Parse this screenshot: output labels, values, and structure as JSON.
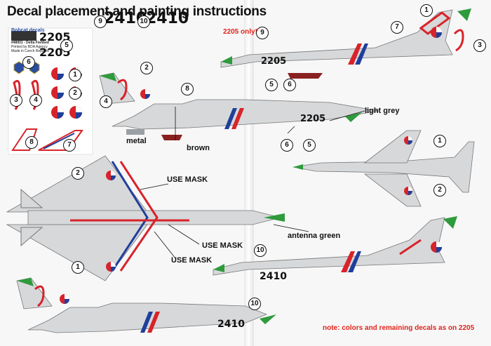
{
  "title": "Decal placement and painting instructions",
  "decal_sheet": {
    "brand": "Bobcat decals",
    "item": "#48001 - Delta Fishbed",
    "line1": "Printed by BDA Agency",
    "line2": "Made in Czech Republic",
    "serial_a": "2205",
    "serial_b": "2205"
  },
  "codes": {
    "c9_text": "2410",
    "c10_text": "2410"
  },
  "callouts": {
    "n1": "1",
    "n2": "2",
    "n3": "3",
    "n4": "4",
    "n5": "5",
    "n6": "6",
    "n7": "7",
    "n8": "8",
    "n9": "9",
    "n10": "10"
  },
  "labels": {
    "only_2205": "2205 only!",
    "light_grey": "light grey",
    "metal": "metal",
    "brown": "brown",
    "use_mask": "USE MASK",
    "antenna_green": "antenna green",
    "note": "note: colors and remaining decals as on 2205"
  },
  "aircraft": {
    "top_right_serial": "2205",
    "left_side_serial": "2205",
    "lower_right_serial": "2410",
    "bottom_serial": "2410"
  },
  "colors": {
    "red": "#d8232a",
    "blue": "#1f3f9a",
    "green": "#2e9b3c",
    "grey": "#d6d8da",
    "brown": "#8b2020"
  }
}
